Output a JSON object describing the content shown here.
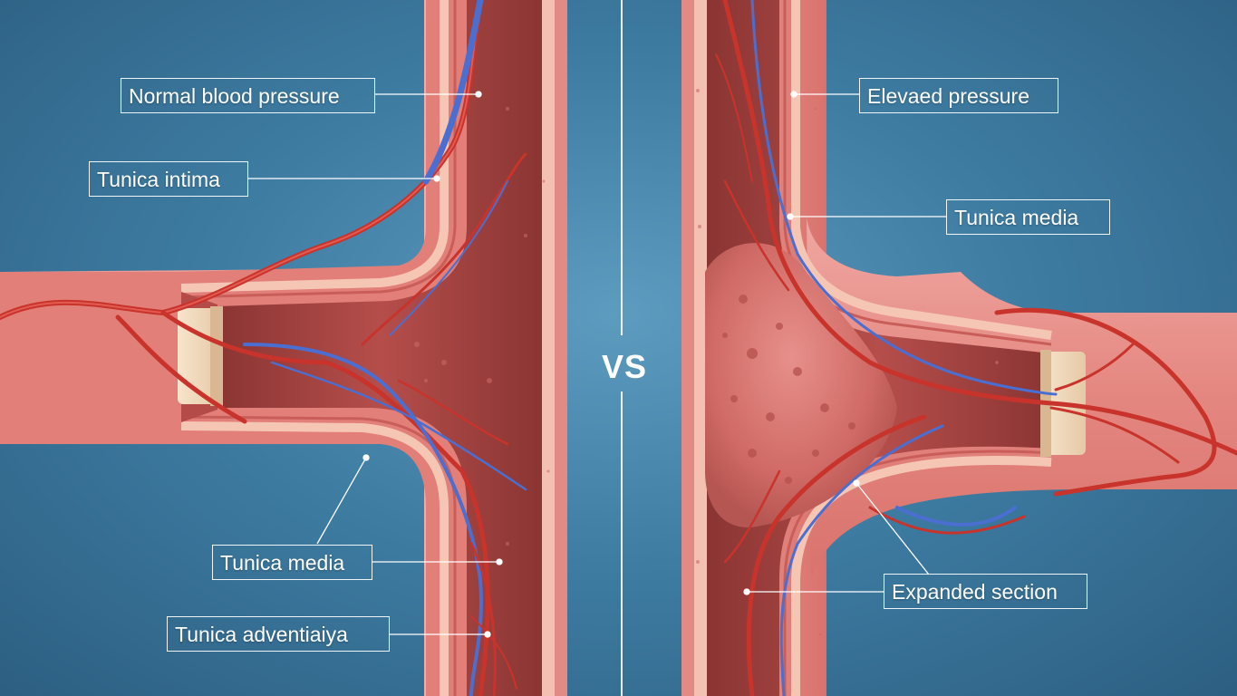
{
  "center": {
    "vs_text": "VS"
  },
  "left_panel": {
    "labels": {
      "normal_pressure": "Normal blood pressure",
      "tunica_intima": "Tunica intima",
      "tunica_media": "Tunica media",
      "tunica_adventitia": "Tunica adventiaiya"
    }
  },
  "right_panel": {
    "labels": {
      "elevated_pressure": "Elevaed pressure",
      "tunica_media": "Tunica media",
      "expanded_section": "Expanded section"
    }
  },
  "colors": {
    "background": "#3f7da3",
    "vessel_wall": "#e58b86",
    "lumen": "#9c3f3c",
    "artery": "#c8332b",
    "vein": "#4a6fd1",
    "plaque": "#d46a66"
  }
}
